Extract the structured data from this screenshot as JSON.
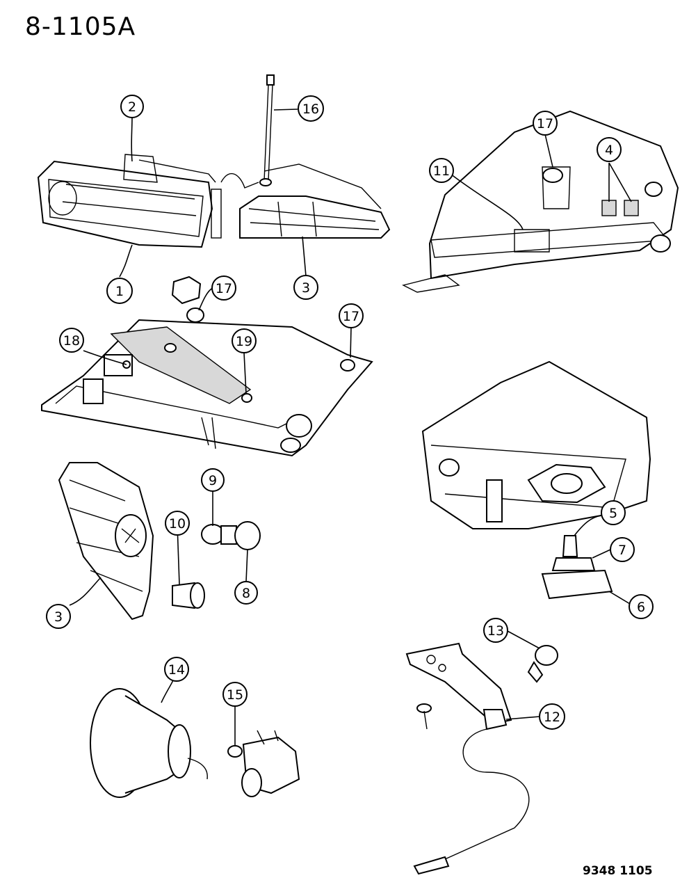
{
  "title": "8-1105A",
  "figure_code": "9348 1105",
  "callouts": [
    {
      "label": "1"
    },
    {
      "label": "2"
    },
    {
      "label": "3"
    },
    {
      "label": "16"
    },
    {
      "label": "17"
    },
    {
      "label": "11"
    },
    {
      "label": "4"
    },
    {
      "label": "17"
    },
    {
      "label": "18"
    },
    {
      "label": "19"
    },
    {
      "label": "17"
    },
    {
      "label": "9"
    },
    {
      "label": "10"
    },
    {
      "label": "8"
    },
    {
      "label": "3"
    },
    {
      "label": "5"
    },
    {
      "label": "7"
    },
    {
      "label": "6"
    },
    {
      "label": "13"
    },
    {
      "label": "12"
    },
    {
      "label": "14"
    },
    {
      "label": "15"
    }
  ]
}
